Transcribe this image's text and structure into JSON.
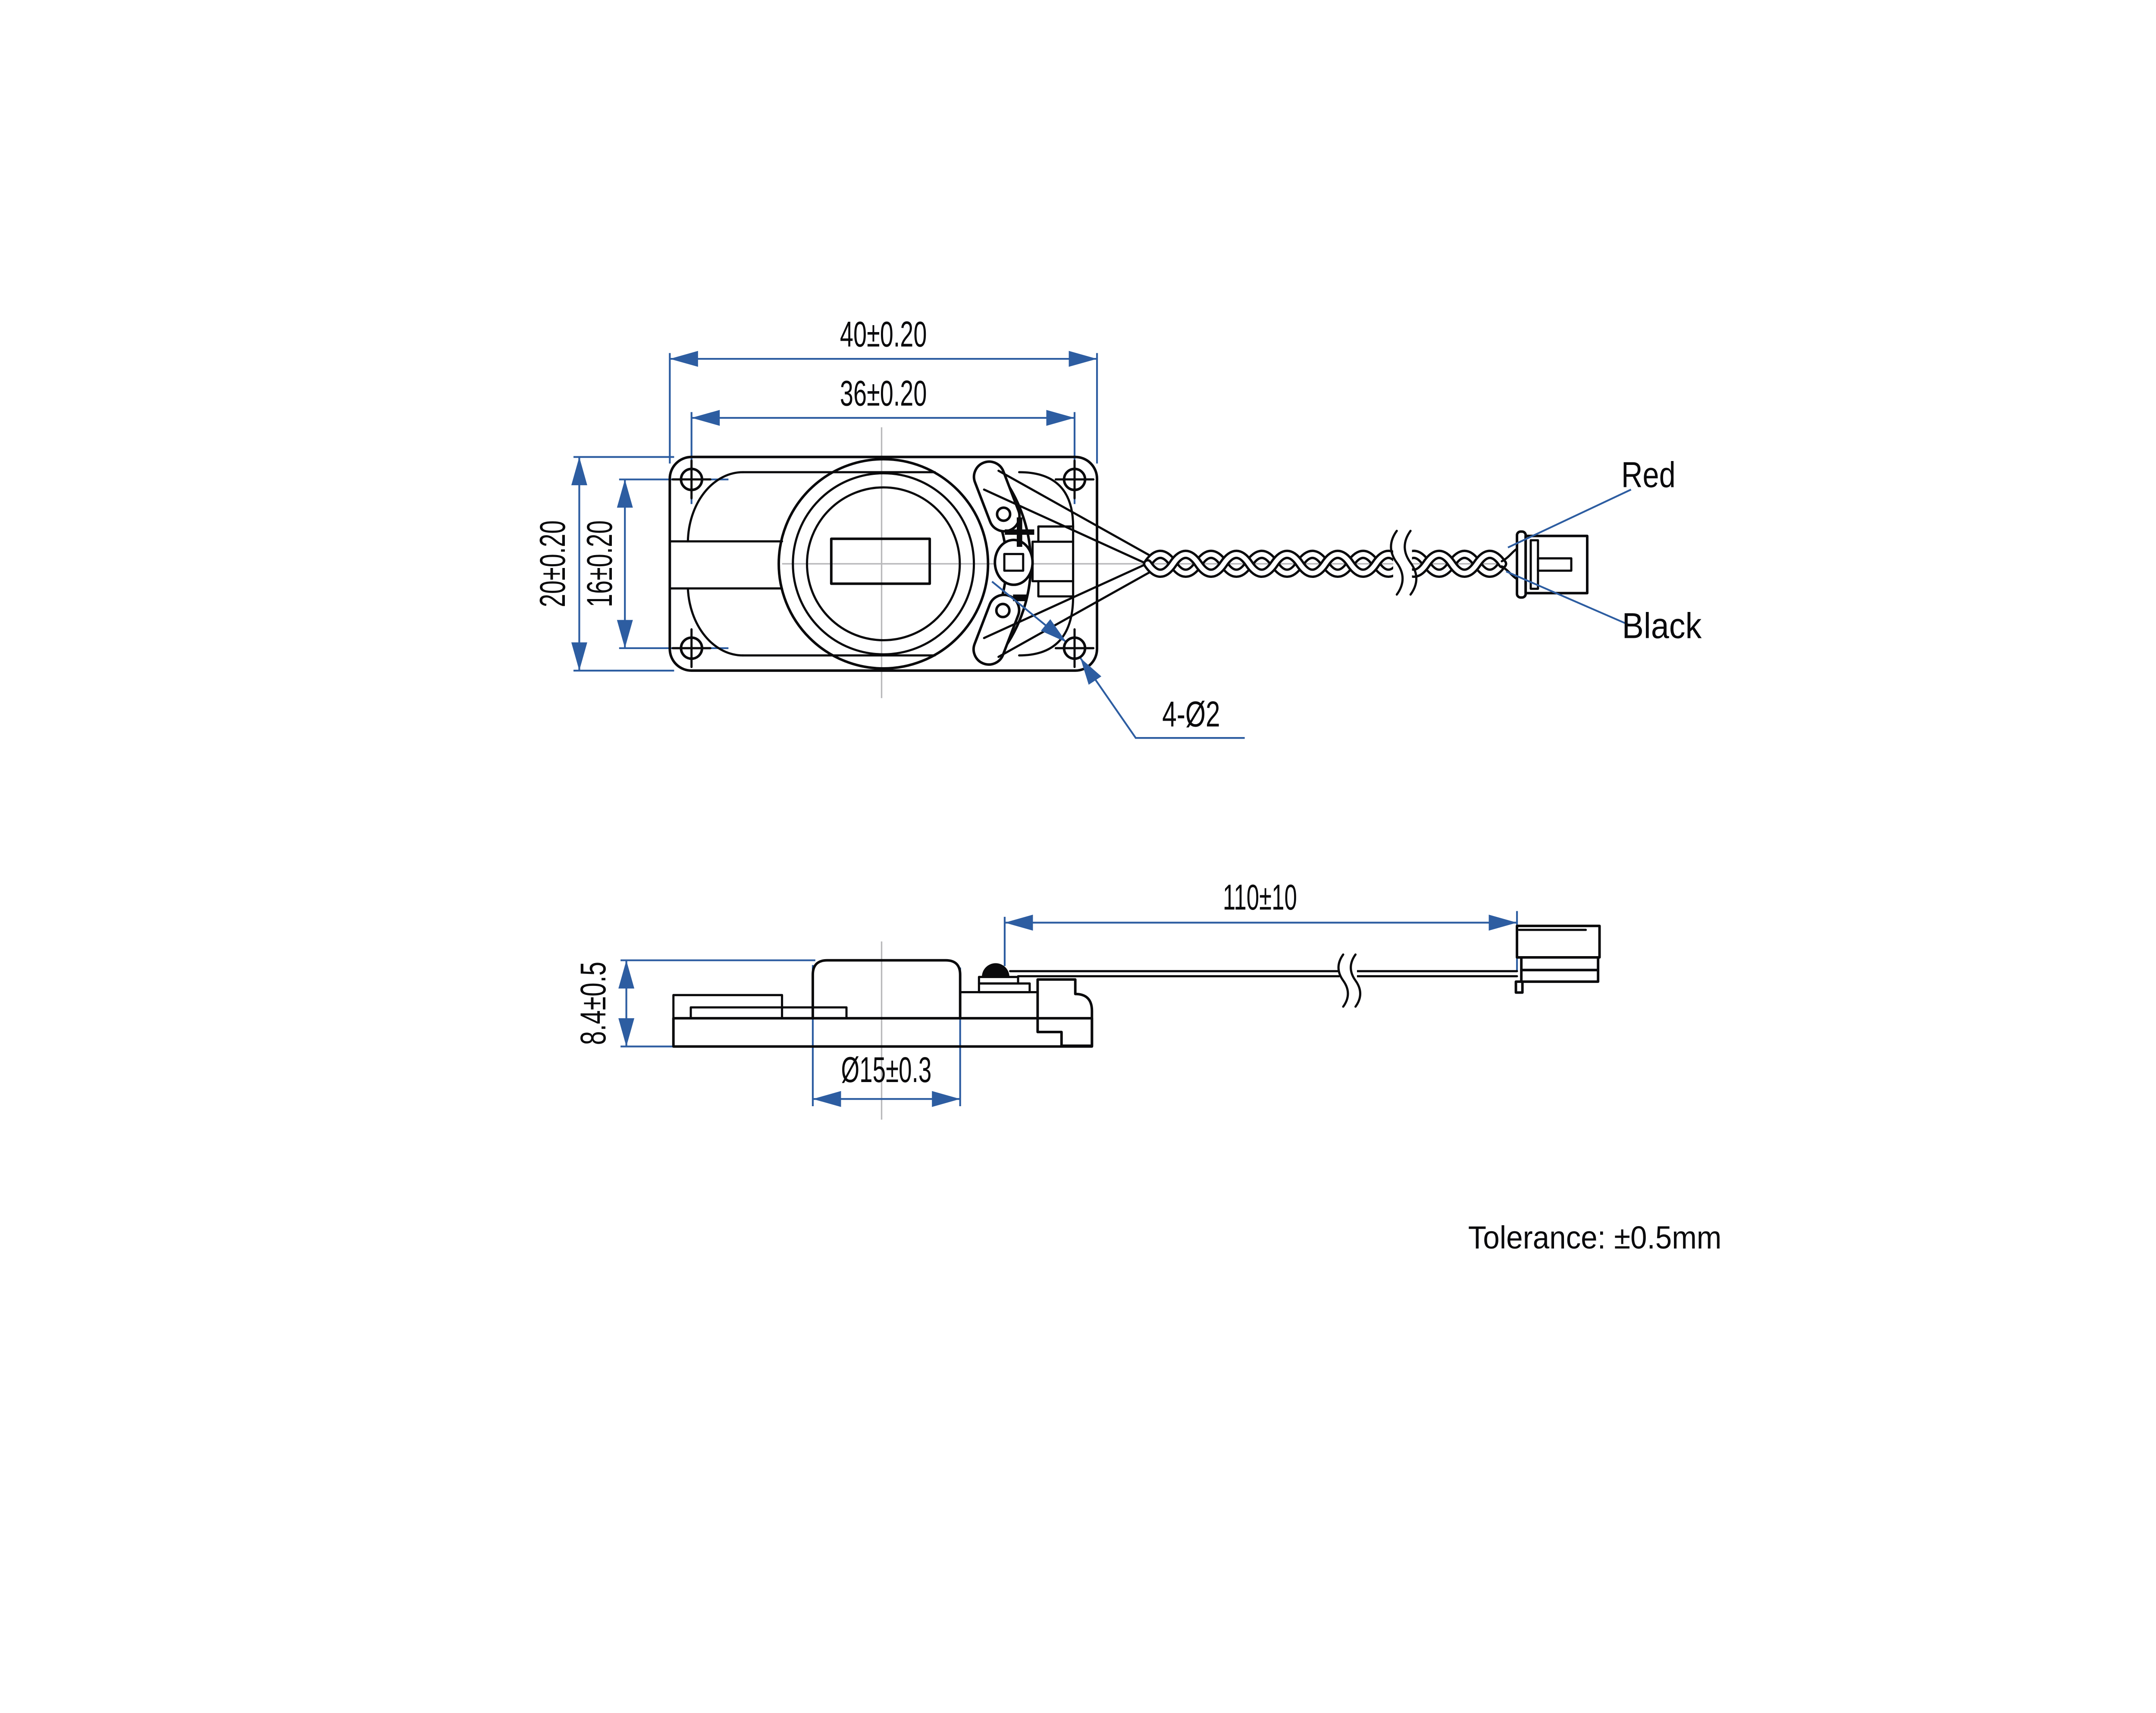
{
  "sheet": {
    "note": "Tolerance: ±0.5mm",
    "colors": {
      "dimension_blue": "#2d5da1",
      "outline_black": "#0a0a0c",
      "centerline_gray": "#b9b9bb"
    }
  },
  "top_view": {
    "dims": {
      "outer_width": "40±0.20",
      "hole_spacing_width": "36±0.20",
      "outer_height": "20±0.20",
      "hole_spacing_height": "16±0.20"
    },
    "labels": {
      "mounting_holes": "4-Ø2",
      "positive": "+",
      "negative": "-",
      "red_wire": "Red",
      "black_wire": "Black"
    }
  },
  "side_view": {
    "dims": {
      "total_height": "8.4±0.5",
      "magnet_diameter": "Ø15±0.3",
      "wire_length": "110±10"
    }
  }
}
